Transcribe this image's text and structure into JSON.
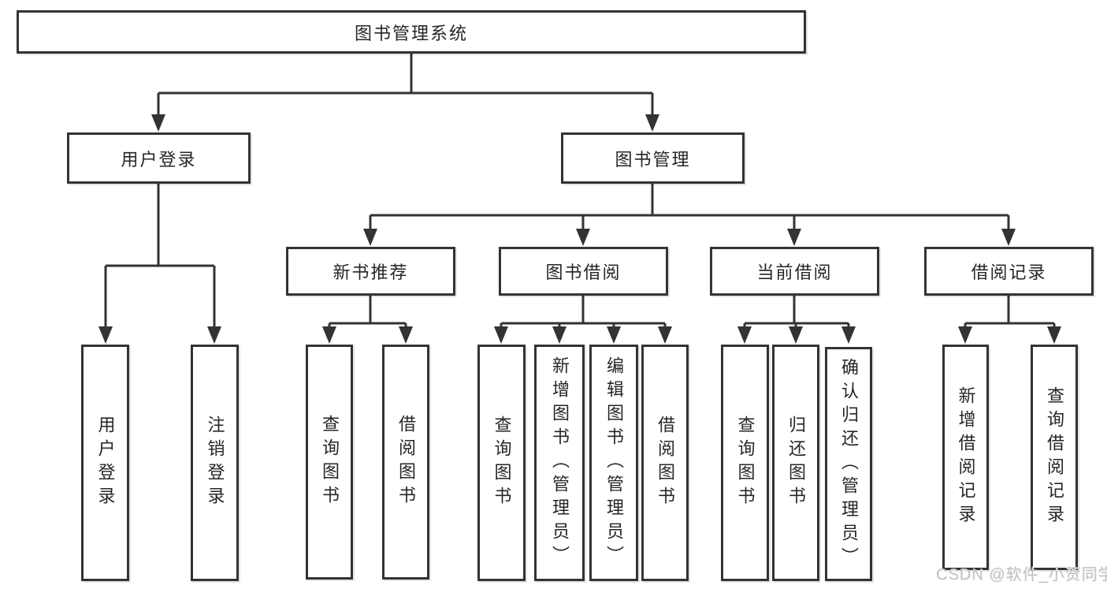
{
  "diagram": {
    "title": "图书管理系统",
    "tree": {
      "root": "图书管理系统",
      "branches": [
        {
          "label": "用户登录",
          "children": [
            "用户登录",
            "注销登录"
          ]
        },
        {
          "label": "图书管理",
          "children": [
            {
              "label": "新书推荐",
              "children": [
                "查询图书",
                "借阅图书"
              ]
            },
            {
              "label": "图书借阅",
              "children": [
                "查询图书",
                "新增图书（管理员）",
                "编辑图书（管理员）",
                "借阅图书"
              ]
            },
            {
              "label": "当前借阅",
              "children": [
                "查询图书",
                "归还图书",
                "确认归还（管理员）"
              ]
            },
            {
              "label": "借阅记录",
              "children": [
                "新增借阅记录",
                "查询借阅记录"
              ]
            }
          ]
        }
      ]
    },
    "watermark": "CSDN @软件_小贺同学",
    "colors": {
      "line": "#333333",
      "text": "#262626",
      "watermark": "#c2c2c2",
      "background": "#ffffff"
    }
  }
}
